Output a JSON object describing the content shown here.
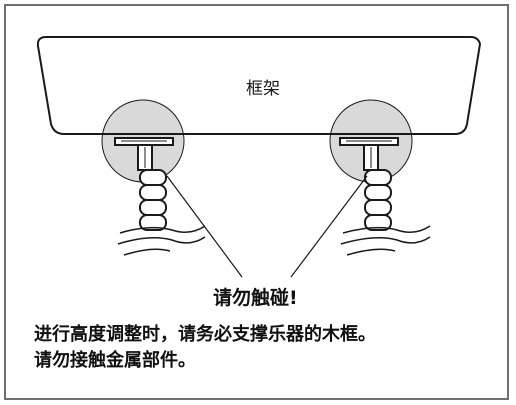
{
  "diagram": {
    "frame_label": "框架",
    "warning": "请勿触碰!"
  },
  "notice": {
    "line1": "进行高度调整时，请务必支撑乐器的木框。",
    "line2": "请勿接触金属部件。"
  },
  "colors": {
    "outline": "#1a1a1a",
    "highlight_fill": "#d9d9d9",
    "border": "#6e6e6e"
  }
}
